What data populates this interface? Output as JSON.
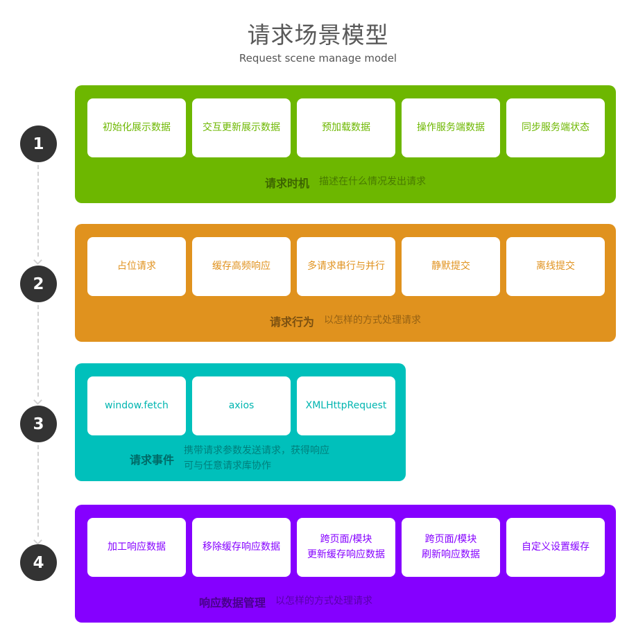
{
  "header": {
    "title": "请求场景模型",
    "subtitle": "Request scene manage model"
  },
  "colors": {
    "band1": "#6db700",
    "band2": "#e0921e",
    "band3": "#00c0bb",
    "band4": "#8500ff",
    "step_circle": "#333333",
    "connector": "#d2d2d2",
    "title_text": "#595959"
  },
  "rows": [
    {
      "number": "1",
      "cards": [
        "初始化展示数据",
        "交互更新展示数据",
        "预加载数据",
        "操作服务端数据",
        "同步服务端状态"
      ],
      "label": "请求时机",
      "description": "描述在什么情况发出请求"
    },
    {
      "number": "2",
      "cards": [
        "占位请求",
        "缓存高频响应",
        "多请求串行与并行",
        "静默提交",
        "离线提交"
      ],
      "label": "请求行为",
      "description": "以怎样的方式处理请求"
    },
    {
      "number": "3",
      "cards": [
        "window.fetch",
        "axios",
        "XMLHttpRequest"
      ],
      "label": "请求事件",
      "description": "携带请求参数发送请求，获得响应\n可与任意请求库协作"
    },
    {
      "number": "4",
      "cards": [
        "加工响应数据",
        "移除缓存响应数据",
        "跨页面/模块\n更新缓存响应数据",
        "跨页面/模块\n刷新响应数据",
        "自定义设置缓存"
      ],
      "label": "响应数据管理",
      "description": "以怎样的方式处理请求"
    }
  ]
}
